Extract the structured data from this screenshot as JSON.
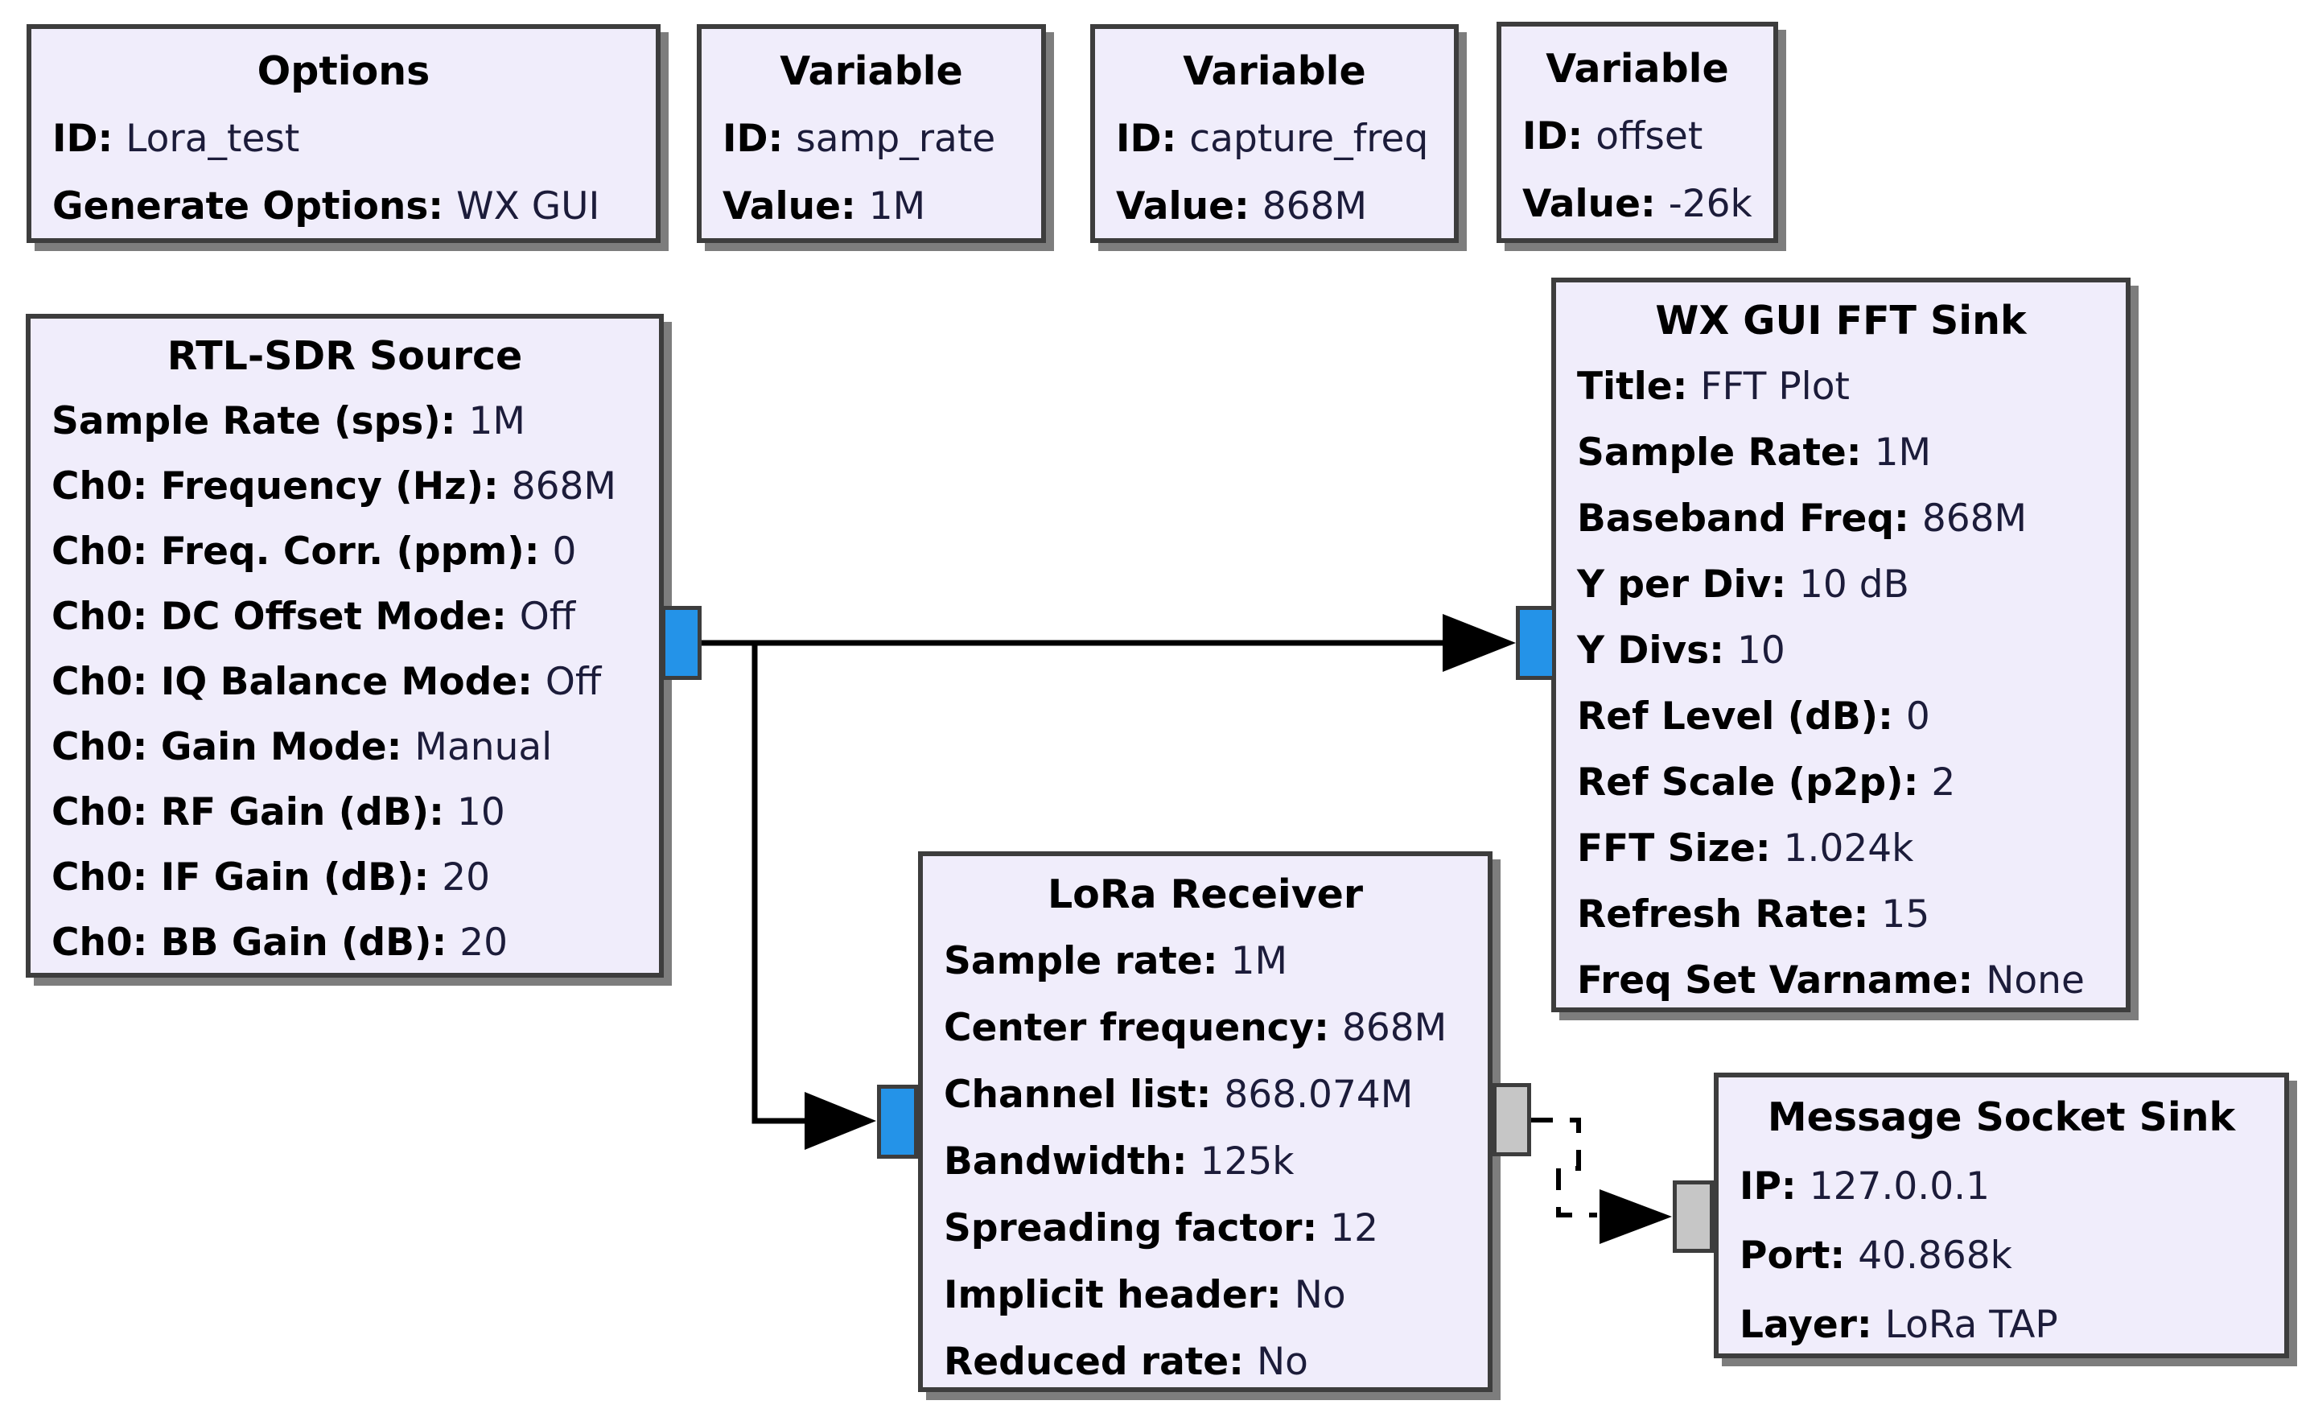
{
  "app": {
    "name": "GNU Radio Companion flowgraph canvas",
    "background_color": "#ffffff"
  },
  "colors": {
    "block_background": "#f0edfb",
    "block_border": "#3d3d3d",
    "stream_port": "#2493e8",
    "message_port": "#c6c6c6",
    "label_text": "#000000",
    "value_text": "#1c1c3a",
    "connection": "#000000"
  },
  "blocks": [
    {
      "id": "options",
      "title": "Options",
      "params": [
        {
          "label": "ID:",
          "value": "Lora_test"
        },
        {
          "label": "Generate Options:",
          "value": "WX GUI"
        }
      ]
    },
    {
      "id": "variable_samp_rate",
      "title": "Variable",
      "params": [
        {
          "label": "ID:",
          "value": "samp_rate"
        },
        {
          "label": "Value:",
          "value": "1M"
        }
      ]
    },
    {
      "id": "variable_capture_freq",
      "title": "Variable",
      "params": [
        {
          "label": "ID:",
          "value": "capture_freq"
        },
        {
          "label": "Value:",
          "value": "868M"
        }
      ]
    },
    {
      "id": "variable_offset",
      "title": "Variable",
      "params": [
        {
          "label": "ID:",
          "value": "offset"
        },
        {
          "label": "Value:",
          "value": "-26k"
        }
      ]
    },
    {
      "id": "rtlsdr_source",
      "title": "RTL-SDR Source",
      "params": [
        {
          "label": "Sample Rate (sps):",
          "value": "1M"
        },
        {
          "label": "Ch0: Frequency (Hz):",
          "value": "868M"
        },
        {
          "label": "Ch0: Freq. Corr. (ppm):",
          "value": "0"
        },
        {
          "label": "Ch0: DC Offset Mode:",
          "value": "Off"
        },
        {
          "label": "Ch0: IQ Balance Mode:",
          "value": "Off"
        },
        {
          "label": "Ch0: Gain Mode:",
          "value": "Manual"
        },
        {
          "label": "Ch0: RF Gain (dB):",
          "value": "10"
        },
        {
          "label": "Ch0: IF Gain (dB):",
          "value": "20"
        },
        {
          "label": "Ch0: BB Gain (dB):",
          "value": "20"
        }
      ]
    },
    {
      "id": "wx_gui_fft_sink",
      "title": "WX GUI FFT Sink",
      "params": [
        {
          "label": "Title:",
          "value": "FFT Plot"
        },
        {
          "label": "Sample Rate:",
          "value": "1M"
        },
        {
          "label": "Baseband Freq:",
          "value": "868M"
        },
        {
          "label": "Y per Div:",
          "value": "10 dB"
        },
        {
          "label": "Y Divs:",
          "value": "10"
        },
        {
          "label": "Ref Level (dB):",
          "value": "0"
        },
        {
          "label": "Ref Scale (p2p):",
          "value": "2"
        },
        {
          "label": "FFT Size:",
          "value": "1.024k"
        },
        {
          "label": "Refresh Rate:",
          "value": "15"
        },
        {
          "label": "Freq Set Varname:",
          "value": "None"
        }
      ]
    },
    {
      "id": "lora_receiver",
      "title": "LoRa Receiver",
      "params": [
        {
          "label": "Sample rate:",
          "value": "1M"
        },
        {
          "label": "Center frequency:",
          "value": "868M"
        },
        {
          "label": "Channel list:",
          "value": "868.074M"
        },
        {
          "label": "Bandwidth:",
          "value": "125k"
        },
        {
          "label": "Spreading factor:",
          "value": "12"
        },
        {
          "label": "Implicit header:",
          "value": "No"
        },
        {
          "label": "Reduced rate:",
          "value": "No"
        }
      ]
    },
    {
      "id": "message_socket_sink",
      "title": "Message Socket Sink",
      "params": [
        {
          "label": "IP:",
          "value": "127.0.0.1"
        },
        {
          "label": "Port:",
          "value": "40.868k"
        },
        {
          "label": "Layer:",
          "value": "LoRa TAP"
        }
      ]
    }
  ],
  "connections": [
    {
      "from": "rtlsdr_source.out0",
      "to": "wx_gui_fft_sink.in0",
      "type": "stream"
    },
    {
      "from": "rtlsdr_source.out0",
      "to": "lora_receiver.in0",
      "type": "stream"
    },
    {
      "from": "lora_receiver.out0",
      "to": "message_socket_sink.in0",
      "type": "message"
    }
  ]
}
